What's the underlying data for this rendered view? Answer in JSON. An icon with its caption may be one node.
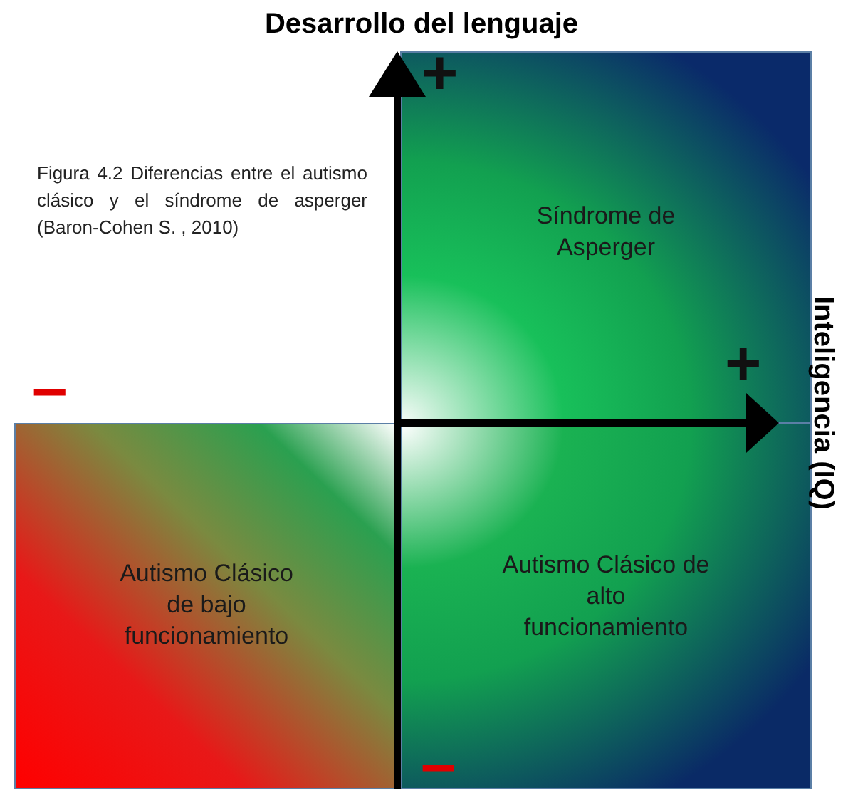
{
  "diagram": {
    "caption": "Figura 4.2 Diferencias entre el autismo clásico y el síndrome de asperger (Baron-Cohen S. , 2010)",
    "nodes": [
      {
        "text": [
          "Síndrome de Asperger"
        ]
      },
      {
        "text": [
          "Autismo Clásico de bajo funcionamiento"
        ]
      },
      {
        "text": [
          "Autismo Clásico de alto funcionamiento"
        ]
      }
    ],
    "edges": [],
    "labels": [
      "Desarrollo del lenguaje",
      "+",
      "Inteligencia (IQ)",
      "+",
      "−",
      "−"
    ]
  }
}
